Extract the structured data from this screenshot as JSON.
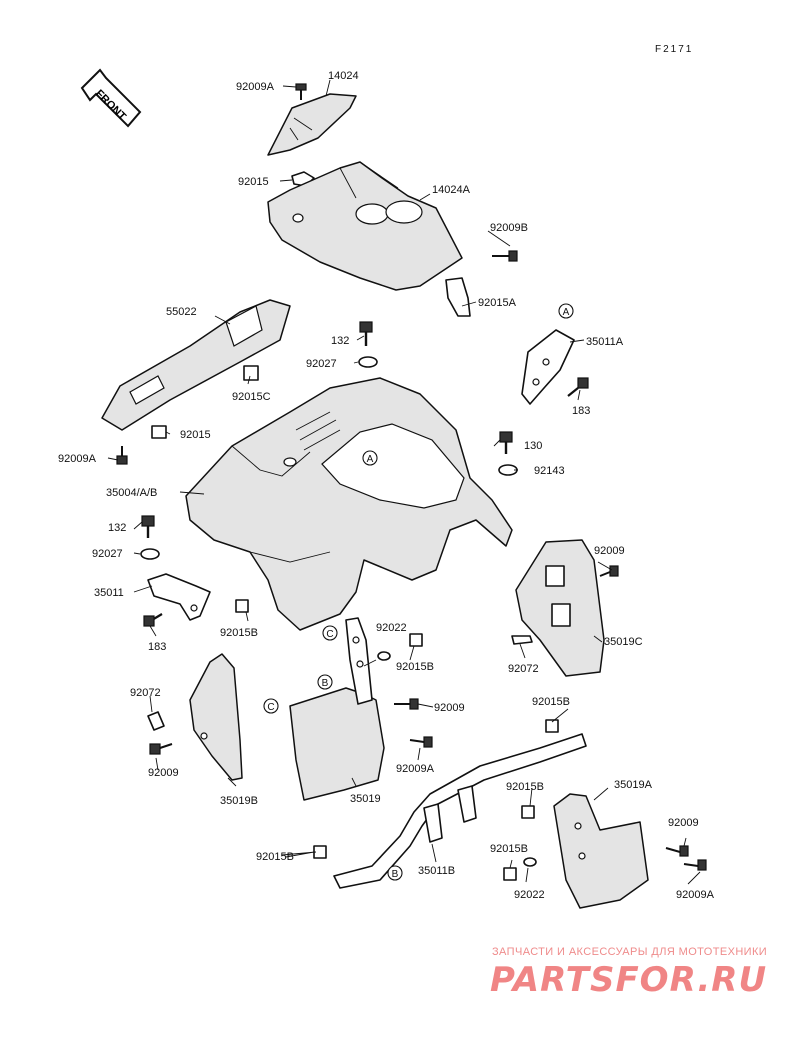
{
  "diagram": {
    "code": "F2171",
    "front_label": "FRONT",
    "labels": {
      "l_92009A_top": "92009A",
      "l_14024": "14024",
      "l_92015_top": "92015",
      "l_14024A": "14024A",
      "l_92009B": "92009B",
      "l_92015A": "92015A",
      "l_55022": "55022",
      "l_132_top": "132",
      "l_35011A": "35011A",
      "l_92027_top": "92027",
      "l_92015C": "92015C",
      "l_183_right": "183",
      "l_92015_mid": "92015",
      "l_92009A_left": "92009A",
      "l_130": "130",
      "l_92143": "92143",
      "l_35004AB": "35004/A/B",
      "l_132_left": "132",
      "l_92009_right": "92009",
      "l_92027_left": "92027",
      "l_35011": "35011",
      "l_183_left": "183",
      "l_92015B_left": "92015B",
      "l_92022_top": "92022",
      "l_92015B_mid": "92015B",
      "l_35019C": "35019C",
      "l_92072_right": "92072",
      "l_92072_left": "92072",
      "l_92009_center": "92009",
      "l_92015B_bridge": "92015B",
      "l_92009_left": "92009",
      "l_92009A_center": "92009A",
      "l_35019B": "35019B",
      "l_35019": "35019",
      "l_35019A": "35019A",
      "l_92015B_right": "92015B",
      "l_92009_far": "92009",
      "l_92015B_bottom": "92015B",
      "l_92015B_low": "92015B",
      "l_35011B": "35011B",
      "l_92022_bottom": "92022",
      "l_92009A_far": "92009A"
    },
    "marks": {
      "m_A1": "A",
      "m_A2": "A",
      "m_B1": "B",
      "m_B2": "B",
      "m_C1": "C",
      "m_C2": "C"
    }
  },
  "watermark": {
    "tagline": "ЗАПЧАСТИ И АКСЕССУАРЫ ДЛЯ МОТОТЕХНИКИ",
    "logo": "PARTSFOR.RU",
    "color": "#f08585"
  }
}
